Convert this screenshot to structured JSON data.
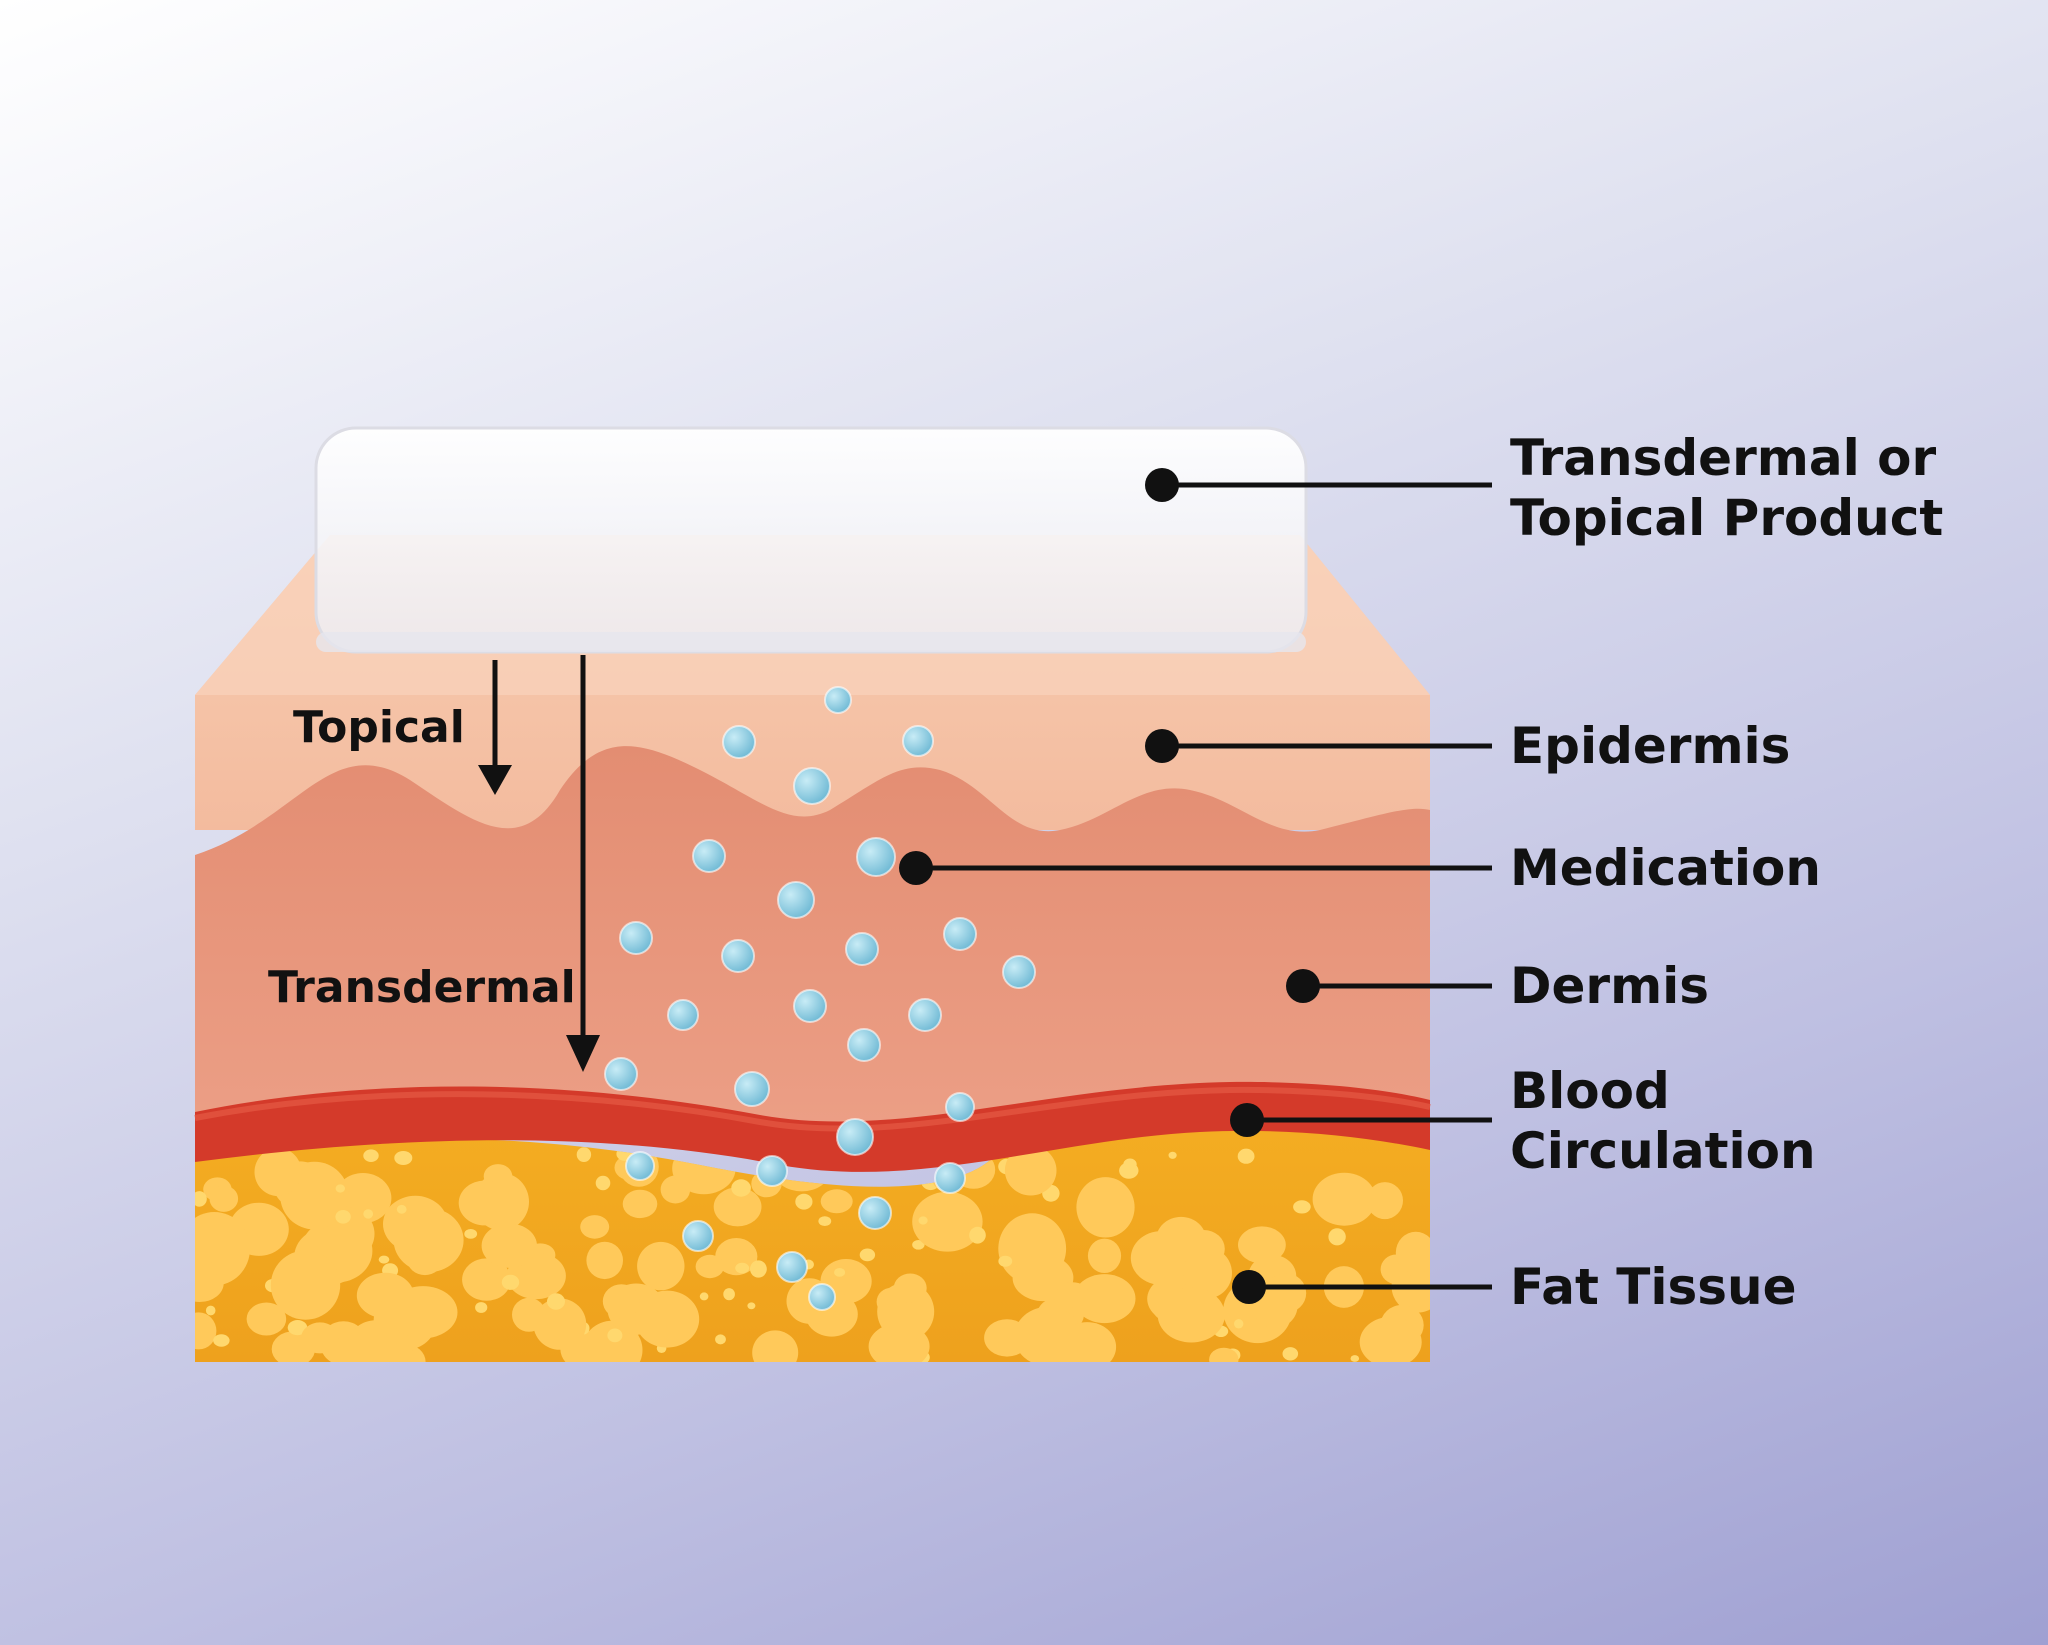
{
  "colors": {
    "background_top": "#ffffff",
    "background_bottom": "#9fa0d2",
    "epidermis": "#f6c4a8",
    "dermis": "#e79a7f",
    "blood": "#d13a2b",
    "fat": "#f2a51f",
    "fat_cell": "#ffcd62",
    "medication": "#8ecfe4",
    "patch": "#f5f5f7",
    "ink": "#111111"
  },
  "arrows": {
    "topical": "Topical",
    "transdermal": "Transdermal"
  },
  "labels": {
    "product_line1": "Transdermal or",
    "product_line2": "Topical Product",
    "epidermis": "Epidermis",
    "medication": "Medication",
    "dermis": "Dermis",
    "blood_line1": "Blood",
    "blood_line2": "Circulation",
    "fat": "Fat Tissue"
  }
}
